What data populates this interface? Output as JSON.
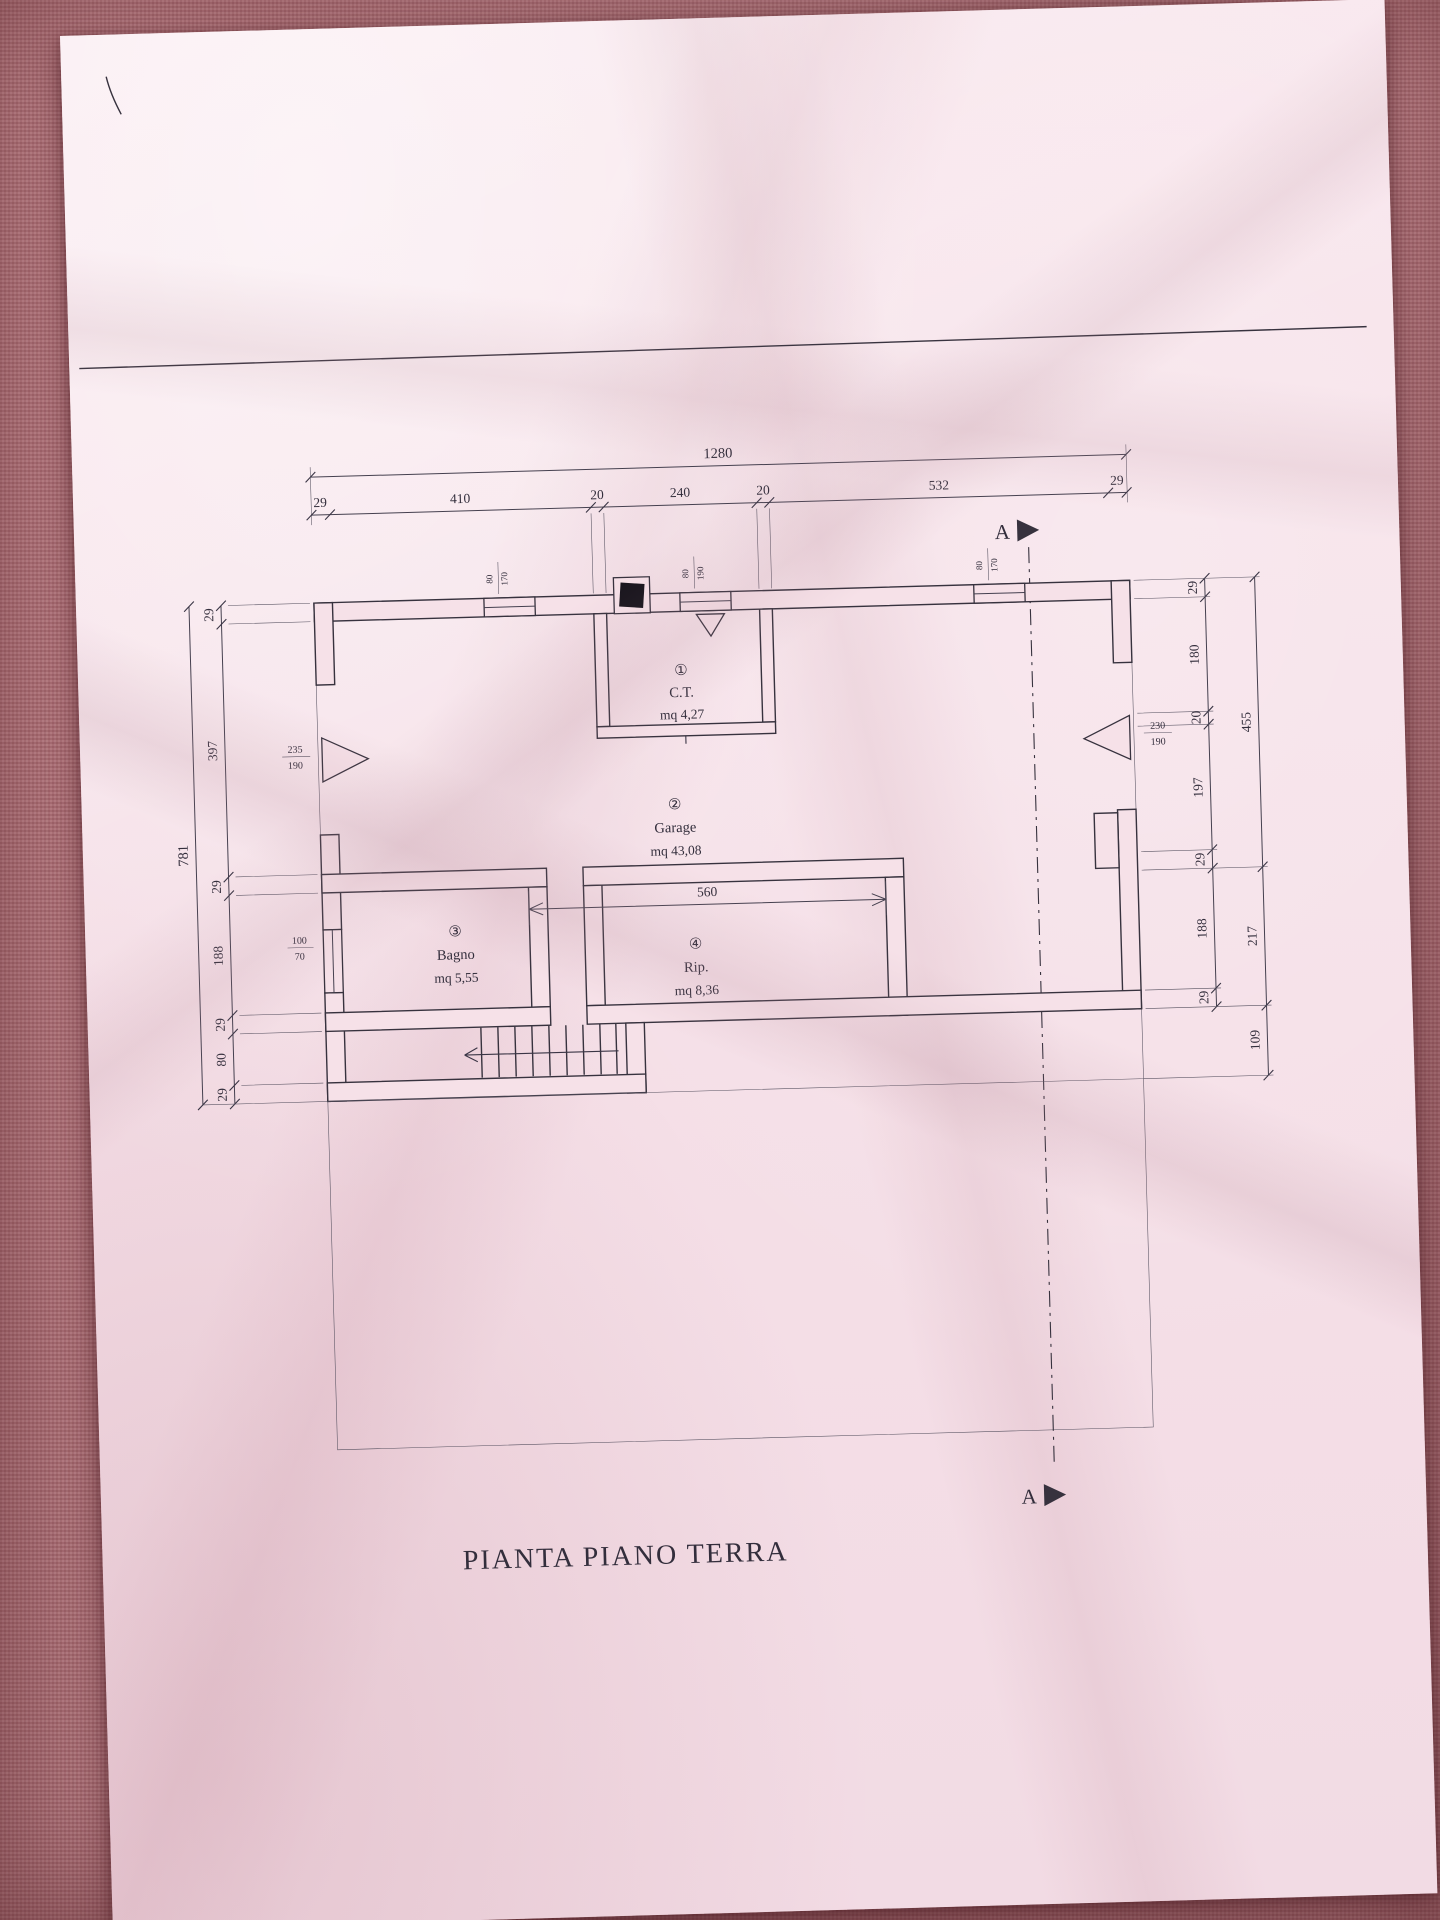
{
  "title": "PIANTA PIANO TERRA",
  "section": {
    "marker": "A"
  },
  "rooms": {
    "ct": {
      "num": "①",
      "name": "C.T.",
      "area": "mq 4,27"
    },
    "garage": {
      "num": "②",
      "name": "Garage",
      "area": "mq 43,08"
    },
    "bagno": {
      "num": "③",
      "name": "Bagno",
      "area": "mq 5,55"
    },
    "rip": {
      "num": "④",
      "name": "Rip.",
      "area": "mq 8,36"
    }
  },
  "dims": {
    "top": {
      "total": "1280",
      "segments": [
        "29",
        "410",
        "20",
        "240",
        "20",
        "532",
        "29"
      ]
    },
    "left": {
      "total": "781",
      "segments": [
        "29",
        "397",
        "29",
        "188",
        "29",
        "80",
        "29"
      ]
    },
    "right": {
      "inner": [
        "29",
        "180",
        "20",
        "197",
        "29",
        "188",
        "29"
      ],
      "outer": [
        "455",
        "217",
        "109"
      ]
    },
    "interior": {
      "rip_width": "560"
    },
    "openings": {
      "left_door": {
        "w": "235",
        "h": "190"
      },
      "right_door": {
        "w": "230",
        "h": "190"
      },
      "bagno_window": {
        "w": "100",
        "h": "70"
      },
      "top_window_1": {
        "w": "80",
        "h": "170"
      },
      "ct_window": {
        "w": "80",
        "h": "190"
      },
      "top_window_2": {
        "w": "80",
        "h": "170"
      }
    }
  },
  "colors": {
    "ink": "#37323e",
    "paper": "#f6e2e9",
    "fabric": "#b97d83"
  }
}
